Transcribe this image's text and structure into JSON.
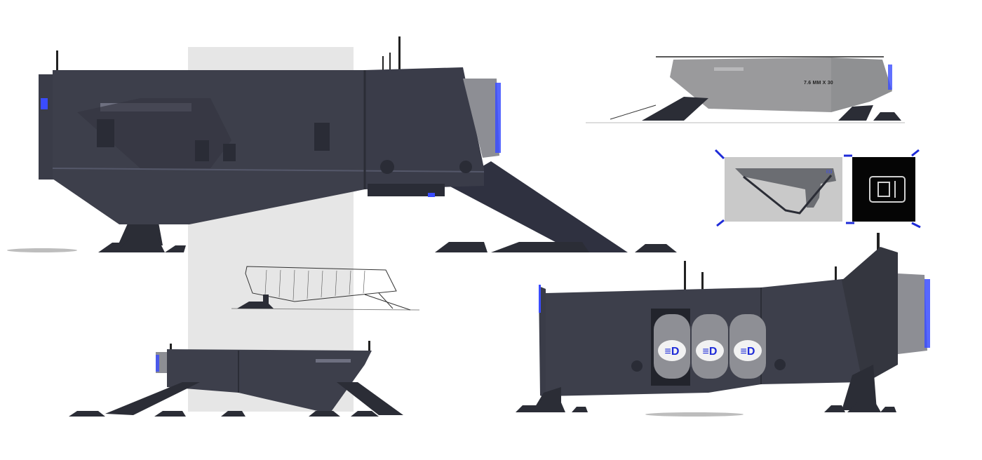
{
  "sheet": {
    "title": "",
    "background": "#ffffff",
    "colors": {
      "hull": "#3d3f4b",
      "hull_dark": "#2b2d36",
      "hull_light": "#55586a",
      "grey_render": "#9a9a9c",
      "band": "#e6e6e6",
      "accent_blue": "#3a4cff",
      "outline": "#1a1a1a"
    }
  },
  "views": {
    "main_side": {
      "name": "large side view, dark hull"
    },
    "top_right_grey": {
      "callout": "7.6 MM X 30"
    },
    "sketch_center": {},
    "bottom_small": {},
    "bottom_right_3q": {
      "logos": [
        "≡D",
        "≡D",
        "≡D"
      ]
    },
    "detail_panels": {
      "count": 2
    }
  },
  "icons": [
    "crosshair-corner-icon",
    "buckle-clip-icon",
    "logo-mark-icon"
  ]
}
